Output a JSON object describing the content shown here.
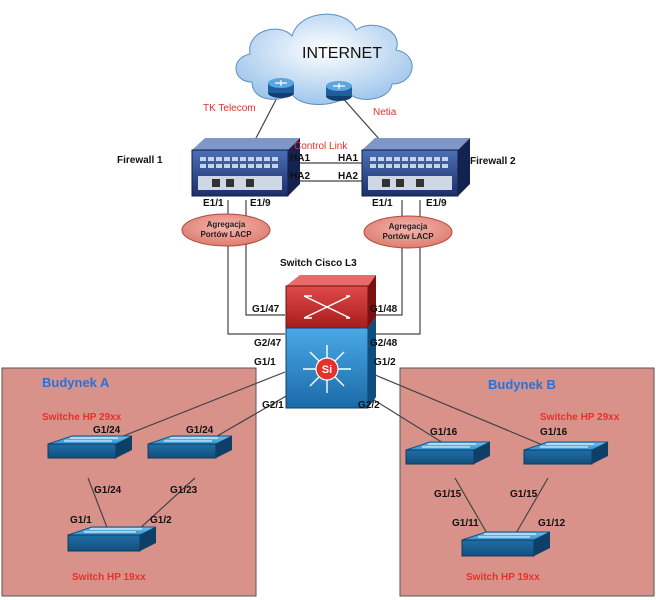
{
  "internet": {
    "label": "INTERNET"
  },
  "isps": {
    "left": "TK Telecom",
    "right": "Netia"
  },
  "firewalls": {
    "fw1": {
      "name": "Firewall 1",
      "port_a": "E1/1",
      "port_b": "E1/9"
    },
    "fw2": {
      "name": "Firewall 2",
      "port_a": "E1/1",
      "port_b": "E1/9"
    },
    "control_link": "Control Link",
    "ha1_left": "HA1",
    "ha1_right": "HA1",
    "ha2_left": "HA2",
    "ha2_right": "HA2"
  },
  "lacp": {
    "left_line1": "Agregacja",
    "left_line2": "Portów LACP",
    "right_line1": "Agregacja",
    "right_line2": "Portów LACP"
  },
  "core_switch": {
    "name": "Switch Cisco L3",
    "g1_47": "G1/47",
    "g1_48": "G1/48",
    "g2_47": "G2/47",
    "g2_48": "G2/48",
    "g1_1": "G1/1",
    "g1_2": "G1/2",
    "g2_1": "G2/1",
    "g2_2": "G2/2",
    "chassis_mark": "Si"
  },
  "building_a": {
    "title": "Budynek A",
    "switch29_label": "Switche HP 29xx",
    "sw1_uplink": "G1/24",
    "sw2_uplink": "G1/24",
    "sw1_down": "G1/24",
    "sw2_down": "G1/23",
    "sw19_p1": "G1/1",
    "sw19_p2": "G1/2",
    "switch19_label": "Switch HP 19xx"
  },
  "building_b": {
    "title": "Budynek B",
    "switch29_label": "Switche HP 29xx",
    "sw1_uplink": "G1/16",
    "sw2_uplink": "G1/16",
    "sw1_down": "G1/15",
    "sw2_down": "G1/15",
    "sw19_p1": "G1/11",
    "sw19_p2": "G1/12",
    "switch19_label": "Switch HP 19xx"
  },
  "colors": {
    "building_fill": "#d9928a",
    "accent_red": "#e8302a",
    "title_blue": "#2f6fd0",
    "switch_blue": "#2d8fd4"
  }
}
